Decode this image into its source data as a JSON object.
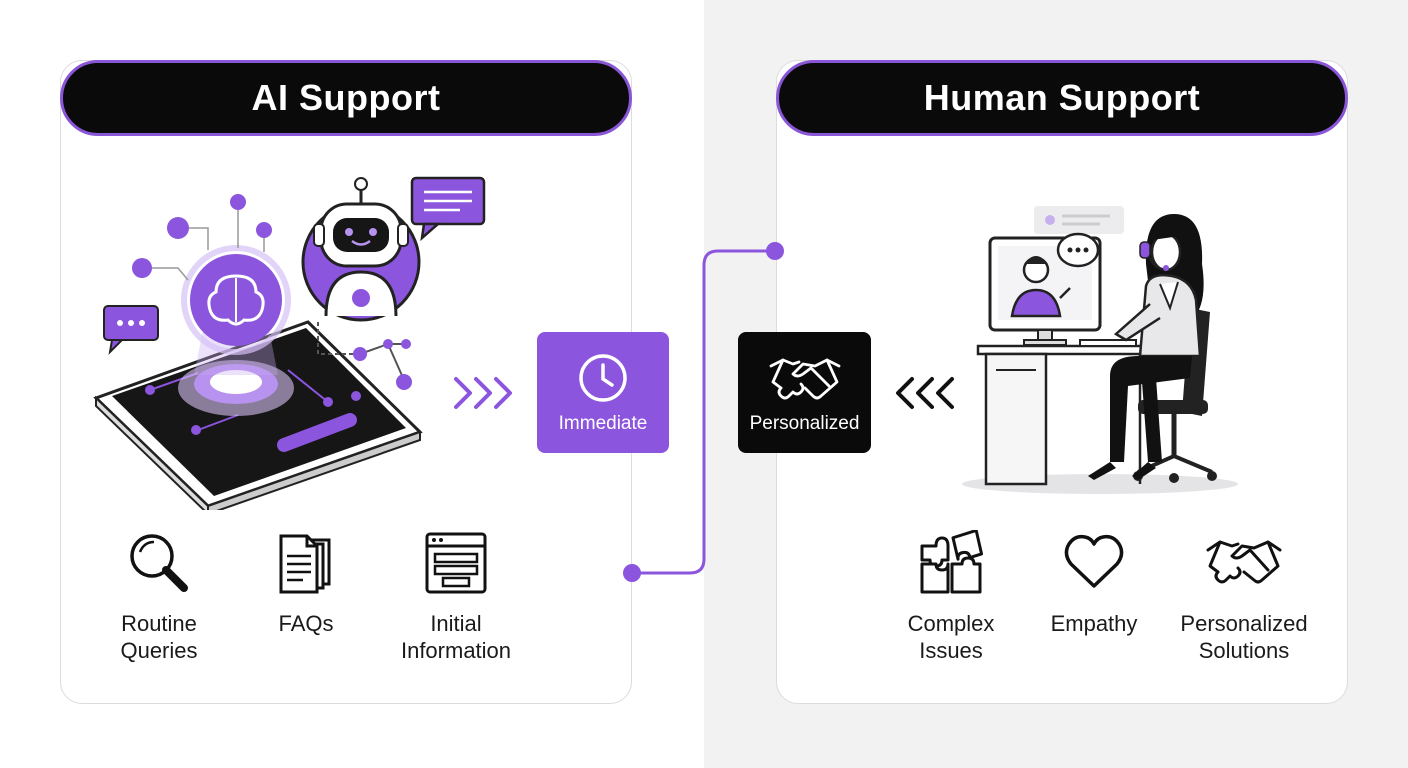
{
  "ai_panel": {
    "title": "AI Support",
    "features": [
      {
        "icon": "magnifier-icon",
        "label": "Routine\nQueries"
      },
      {
        "icon": "documents-icon",
        "label": "FAQs"
      },
      {
        "icon": "browser-window-icon",
        "label": "Initial\nInformation"
      }
    ]
  },
  "human_panel": {
    "title": "Human Support",
    "features": [
      {
        "icon": "puzzle-icon",
        "label": "Complex\nIssues"
      },
      {
        "icon": "heart-icon",
        "label": "Empathy"
      },
      {
        "icon": "handshake-icon",
        "label": "Personalized\nSolutions"
      }
    ]
  },
  "badges": {
    "immediate": {
      "icon": "clock-icon",
      "label": "Immediate"
    },
    "personalized": {
      "icon": "handshake-icon",
      "label": "Personalized"
    }
  },
  "colors": {
    "accent": "#8c55de",
    "header_bg": "#0a0a0a",
    "right_background": "#f2f2f3"
  }
}
